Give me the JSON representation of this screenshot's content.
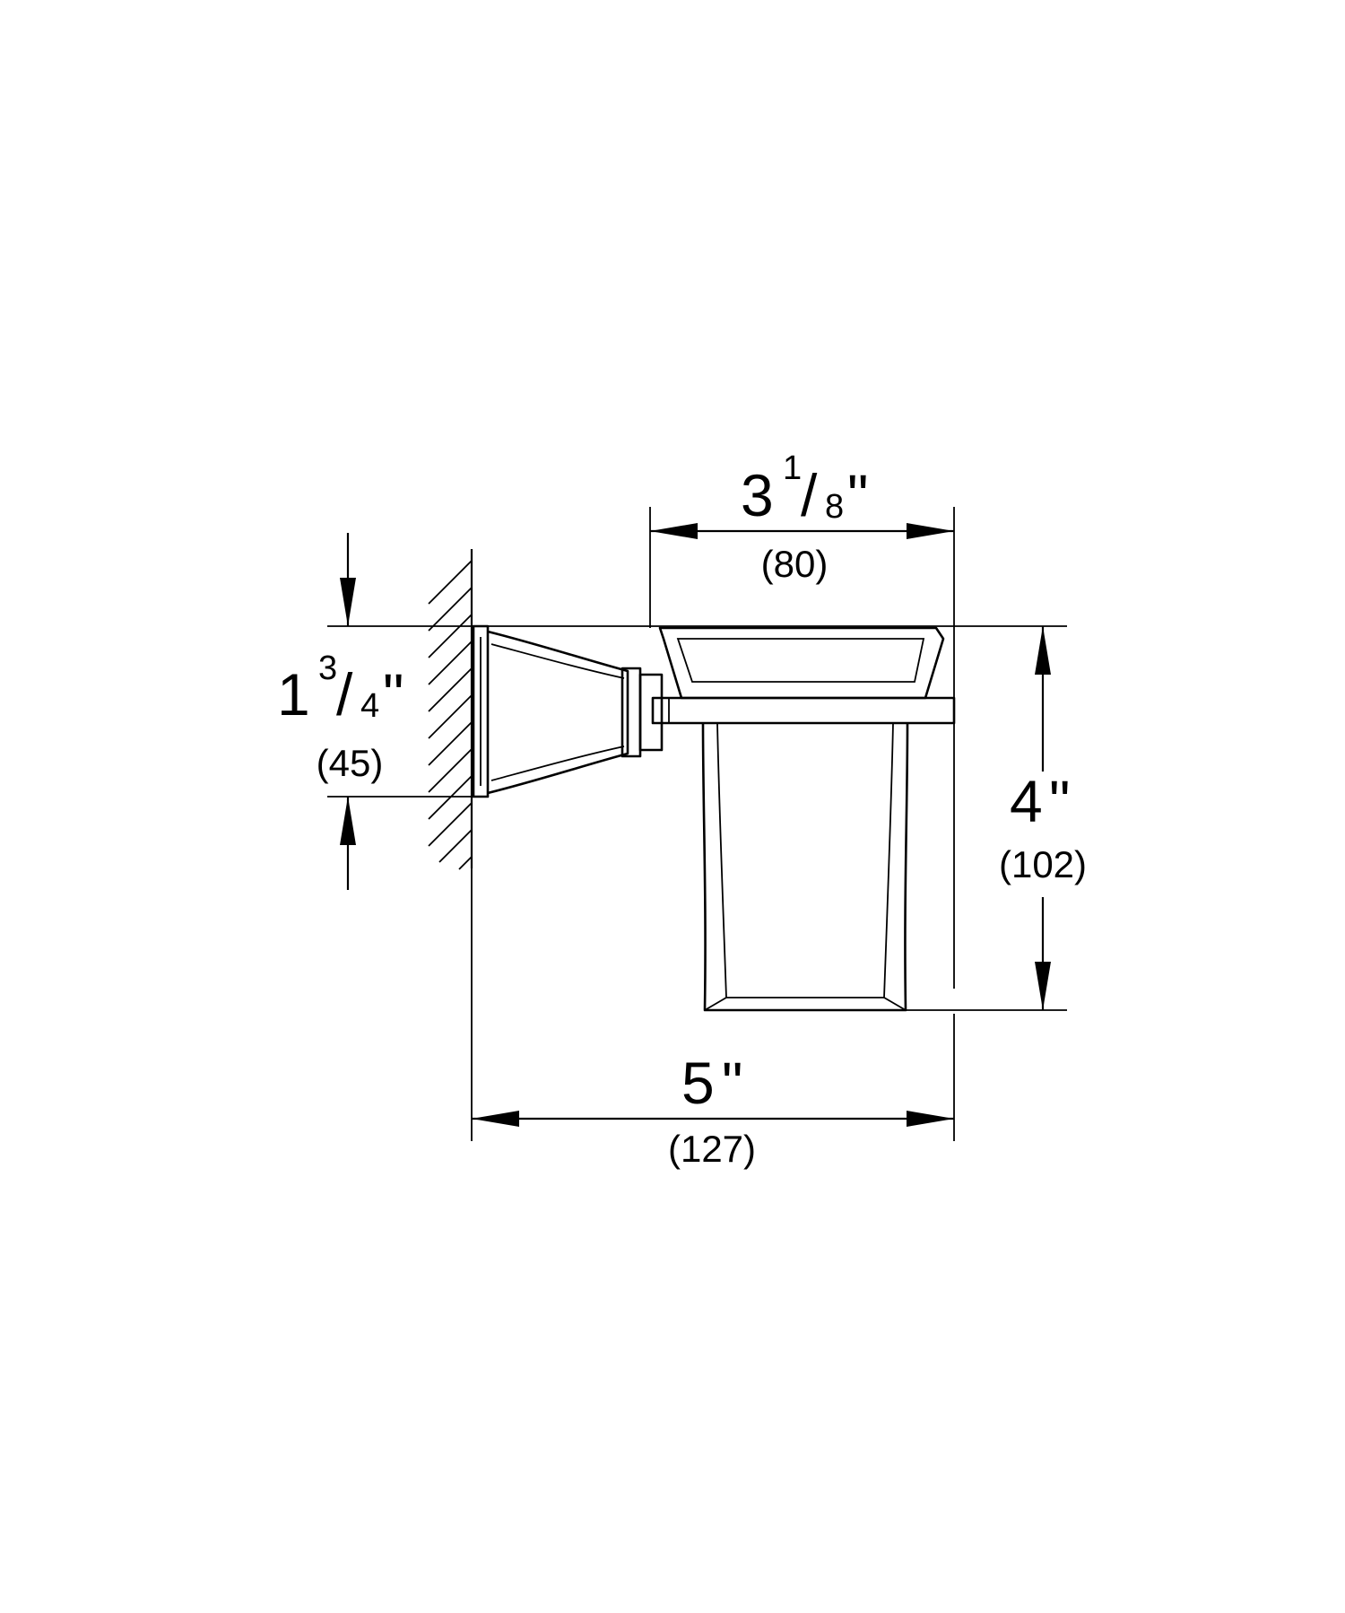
{
  "dimensions": {
    "glass_width": {
      "whole": "3",
      "num": "1",
      "slash": "/",
      "den": "8",
      "inch": "\"",
      "metric": "(80)"
    },
    "projection": {
      "whole": "5",
      "inch": "\"",
      "metric": "(127)"
    },
    "height": {
      "whole": "4",
      "inch": "\"",
      "metric": "(102)"
    },
    "rosette_height": {
      "whole": "1",
      "num": "3",
      "slash": "/",
      "den": "4",
      "inch": "\"",
      "metric": "(45)"
    }
  }
}
